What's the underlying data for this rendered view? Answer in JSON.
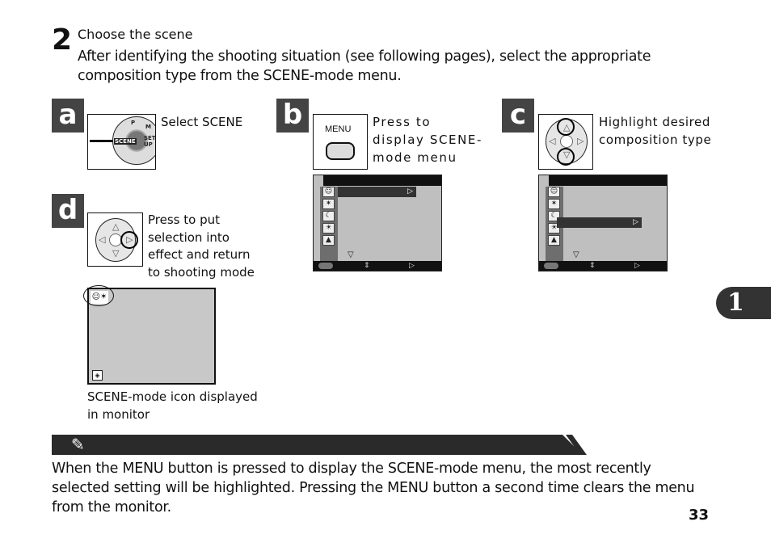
{
  "step": {
    "number": "2",
    "title": "Choose the scene",
    "body": "After identifying the shooting situation (see following pages), select the appropriate composition type from the SCENE-mode menu."
  },
  "panels": {
    "a": {
      "letter": "a",
      "caption": "Select SCENE",
      "dial_labels": [
        "P",
        "SCENE",
        "SET UP",
        "M"
      ]
    },
    "b": {
      "letter": "b",
      "caption": "Press to display SCENE-mode menu",
      "button_label": "MENU"
    },
    "c": {
      "letter": "c",
      "caption": "Highlight desired composition type"
    },
    "d": {
      "letter": "d",
      "caption": "Press to put selection into effect and return to shooting mode",
      "monitor_caption": "SCENE-mode icon displayed in monitor"
    }
  },
  "note": {
    "icon": "pencil-icon",
    "text": "When the MENU button is pressed to display the SCENE-mode menu, the most recently selected setting will be highlighted.  Pressing the MENU button a second time clears the menu from the monitor."
  },
  "chapter_tab": "1",
  "page_number": "33",
  "colors": {
    "panel_bg": "#444444",
    "note_bar": "#2a2a2a",
    "lcd": "#bfbfbf"
  }
}
